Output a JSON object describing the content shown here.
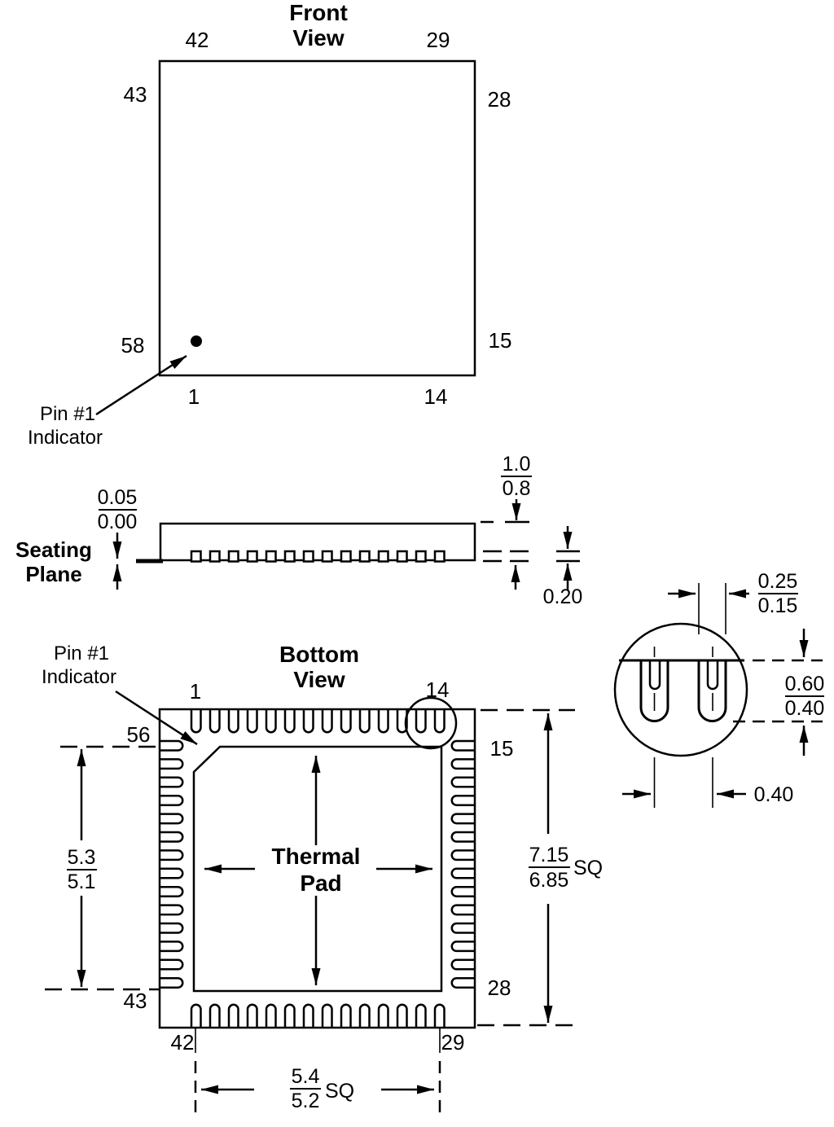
{
  "colors": {
    "line": "#000000",
    "background": "#ffffff"
  },
  "front_view": {
    "title_line1": "Front",
    "title_line2": "View",
    "pin1_line1": "Pin #1",
    "pin1_line2": "Indicator",
    "pins": {
      "top_left": "42",
      "top_right": "29",
      "left_top": "43",
      "right_top": "28",
      "left_bottom": "58",
      "right_bottom": "15",
      "bottom_left": "1",
      "bottom_right": "14"
    }
  },
  "side_view": {
    "label_line1": "Seating",
    "label_line2": "Plane",
    "standoff_max": "0.05",
    "standoff_min": "0.00",
    "height_max": "1.0",
    "height_min": "0.8",
    "lead_thickness": "0.20",
    "lead_count": 14
  },
  "detail_view": {
    "lead_width_max": "0.25",
    "lead_width_min": "0.15",
    "lead_length_max": "0.60",
    "lead_length_min": "0.40",
    "pitch": "0.40"
  },
  "bottom_view": {
    "title_line1": "Bottom",
    "title_line2": "View",
    "pin1_line1": "Pin #1",
    "pin1_line2": "Indicator",
    "pad_line1": "Thermal",
    "pad_line2": "Pad",
    "pins": {
      "top_left": "1",
      "top_right": "14",
      "right_top": "15",
      "right_bottom": "28",
      "bottom_right": "29",
      "bottom_left": "42",
      "left_bottom": "43",
      "left_top": "56"
    },
    "lead_span_max": "5.3",
    "lead_span_min": "5.1",
    "body_max": "7.15",
    "body_min": "6.85",
    "body_suffix": "SQ",
    "pad_max": "5.4",
    "pad_min": "5.2",
    "pad_suffix": "SQ",
    "pins_per_side": 14
  }
}
